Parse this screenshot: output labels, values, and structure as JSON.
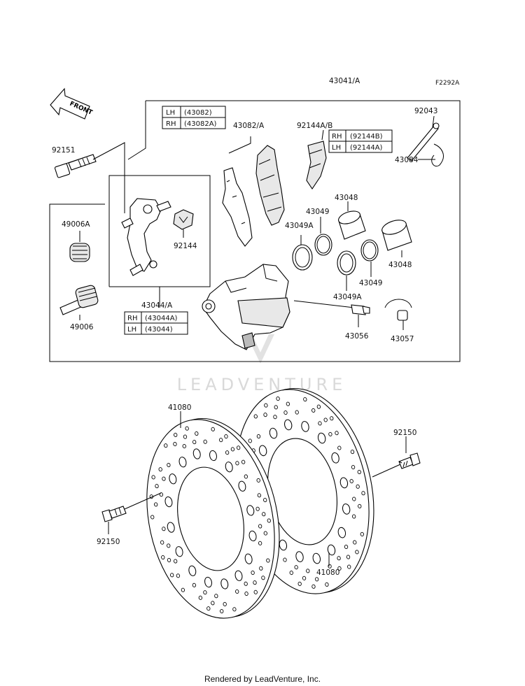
{
  "figure_code": "F2292A",
  "front_label": "FRONT",
  "watermark": "LEADVENTURE",
  "footer": "Rendered by LeadVenture, Inc.",
  "callouts": {
    "c43041": "43041/A",
    "c92151": "92151",
    "c43082": "43082/A",
    "c92144ab": "92144A/B",
    "c92043": "92043",
    "c43084": "43084",
    "c49006a": "49006A",
    "c92144": "92144",
    "c43048a": "43048",
    "c43049a": "43049",
    "c43049Aa": "43049A",
    "c43048b": "43048",
    "c43049b": "43049",
    "c43049Ab": "43049A",
    "c43044": "43044/A",
    "c49006": "49006",
    "c43056": "43056",
    "c43057": "43057",
    "c41080a": "41080",
    "c92150a": "92150",
    "c92150b": "92150",
    "c41080b": "41080"
  },
  "tables": {
    "pad": [
      {
        "side": "LH",
        "code": "(43082)"
      },
      {
        "side": "RH",
        "code": "(43082A)"
      }
    ],
    "spring": [
      {
        "side": "RH",
        "code": "(92144B)"
      },
      {
        "side": "LH",
        "code": "(92144A)"
      }
    ],
    "bracket": [
      {
        "side": "RH",
        "code": "(43044A)"
      },
      {
        "side": "LH",
        "code": "(43044)"
      }
    ]
  }
}
